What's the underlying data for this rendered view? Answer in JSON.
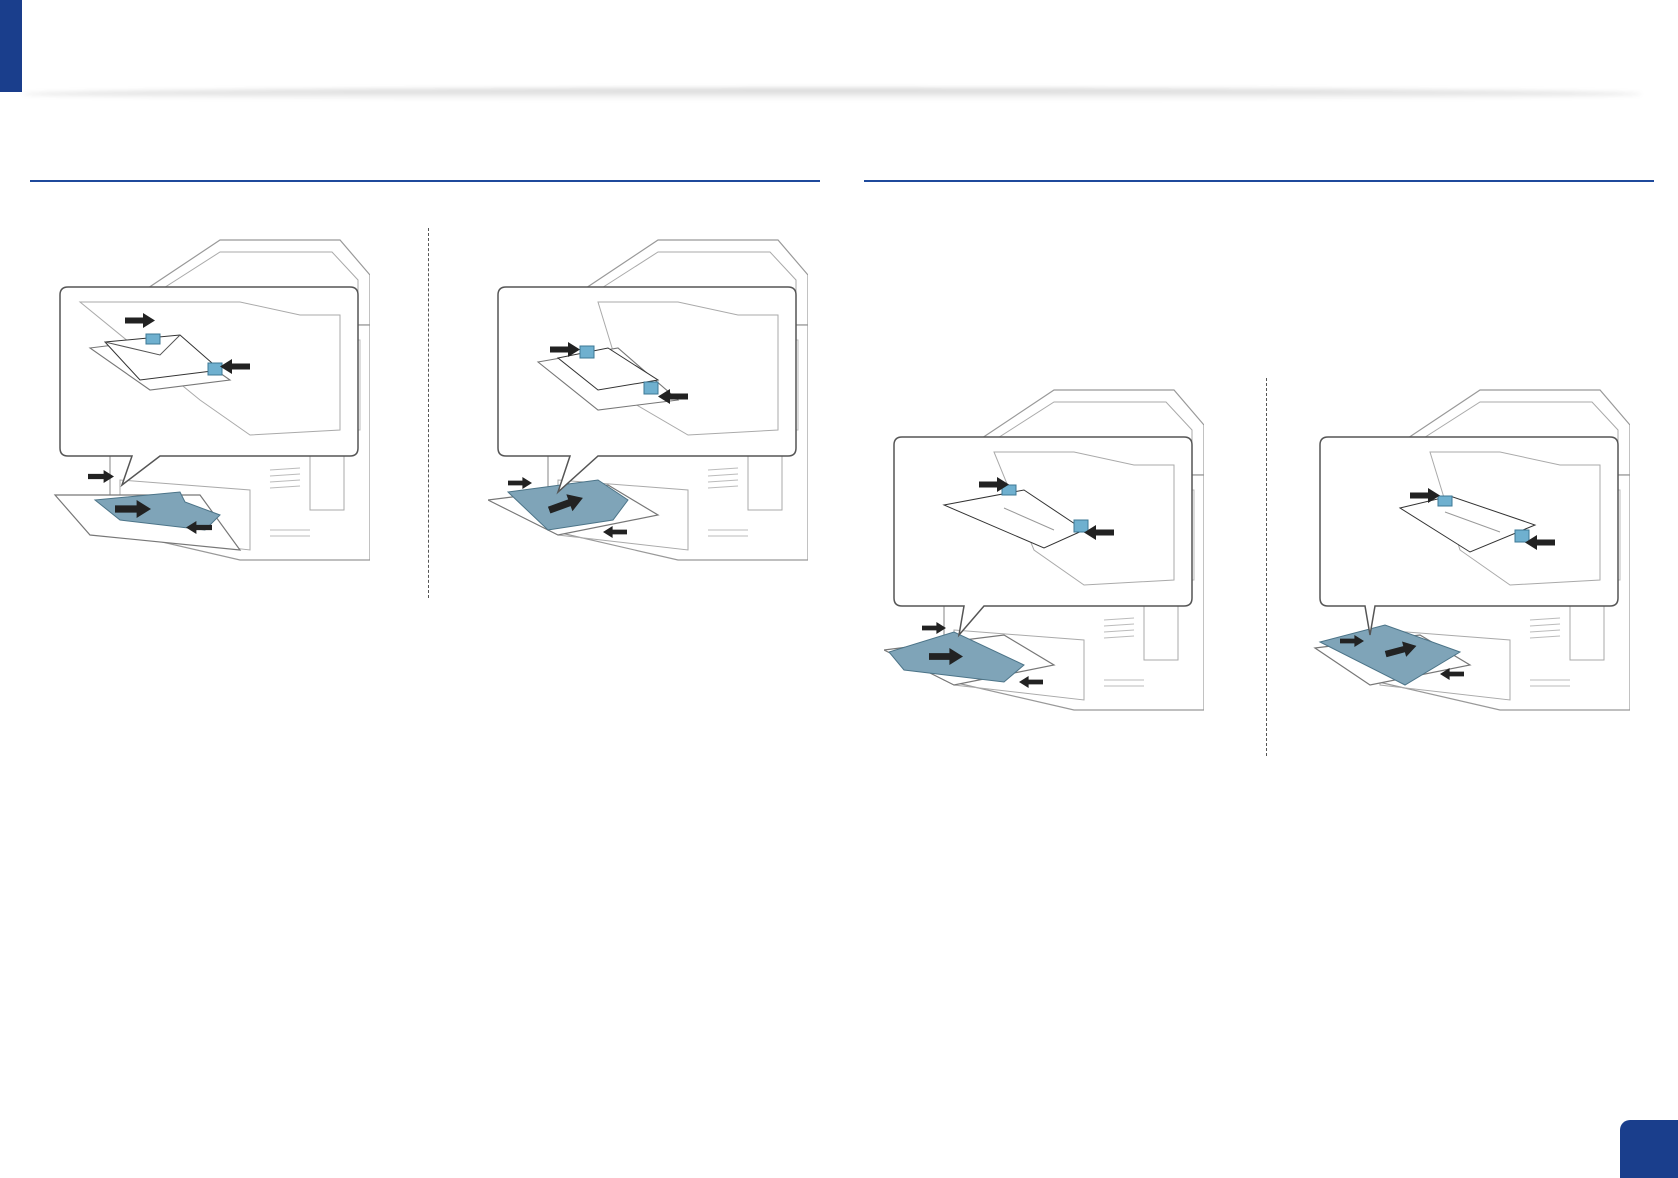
{
  "colors": {
    "brand_blue": "#1a3e8c",
    "rule_blue": "#1f4a9c",
    "paper_blue": "#7fa4b8",
    "paper_blue_dark": "#5f889e",
    "accent_blue": "#6fb0cf",
    "outline": "#444444",
    "printer_gray": "#8a8a8a",
    "callout_border": "#555555"
  },
  "page": {
    "number": ""
  },
  "illustrations": [
    {
      "id": "envelope-a",
      "media": "envelope-landscape"
    },
    {
      "id": "envelope-b",
      "media": "envelope-portrait"
    },
    {
      "id": "paper-a",
      "media": "sheet-landscape"
    },
    {
      "id": "paper-b",
      "media": "sheet-portrait"
    }
  ]
}
